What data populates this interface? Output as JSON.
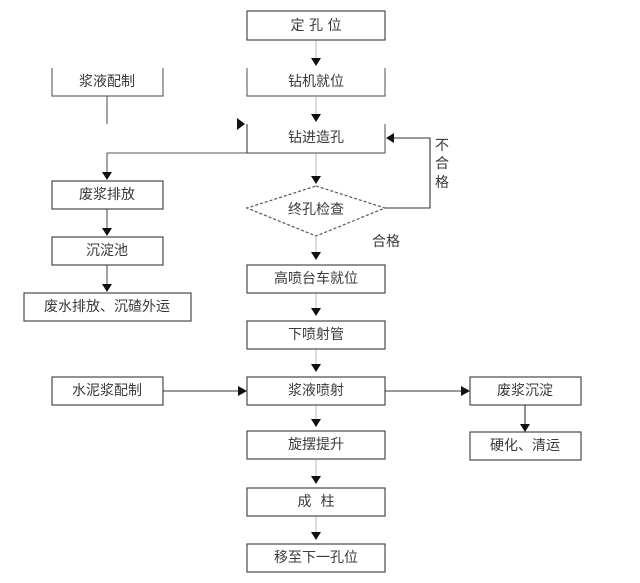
{
  "diagram": {
    "nodes": {
      "locate_hole": "定 孔 位",
      "drill_in_place": "钻机就位",
      "drilling": "钻进造孔",
      "final_hole_check": "终孔检查",
      "jet_cart_in_place": "高喷台车就位",
      "lower_jet_pipe": "下喷射管",
      "slurry_jetting": "浆液喷射",
      "rotate_lift": "旋摆提升",
      "form_column": "成  柱",
      "move_next_hole": "移至下一孔位",
      "slurry_prep": "浆液配制",
      "waste_slurry_discharge": "废浆排放",
      "settling_tank": "沉淀池",
      "wastewater_residue": "废水排放、沉碴外运",
      "cement_slurry_prep": "水泥浆配制",
      "waste_slurry_settle": "废浆沉淀",
      "harden_clear": "硬化、清运"
    },
    "edge_labels": {
      "fail_chars": [
        "不",
        "合",
        "格"
      ],
      "pass": "合格"
    },
    "colors": {
      "stroke": "#4a4a4a",
      "arrow": "#111111",
      "connector_light": "#c8c8c8",
      "text": "#3a3a3a"
    }
  }
}
